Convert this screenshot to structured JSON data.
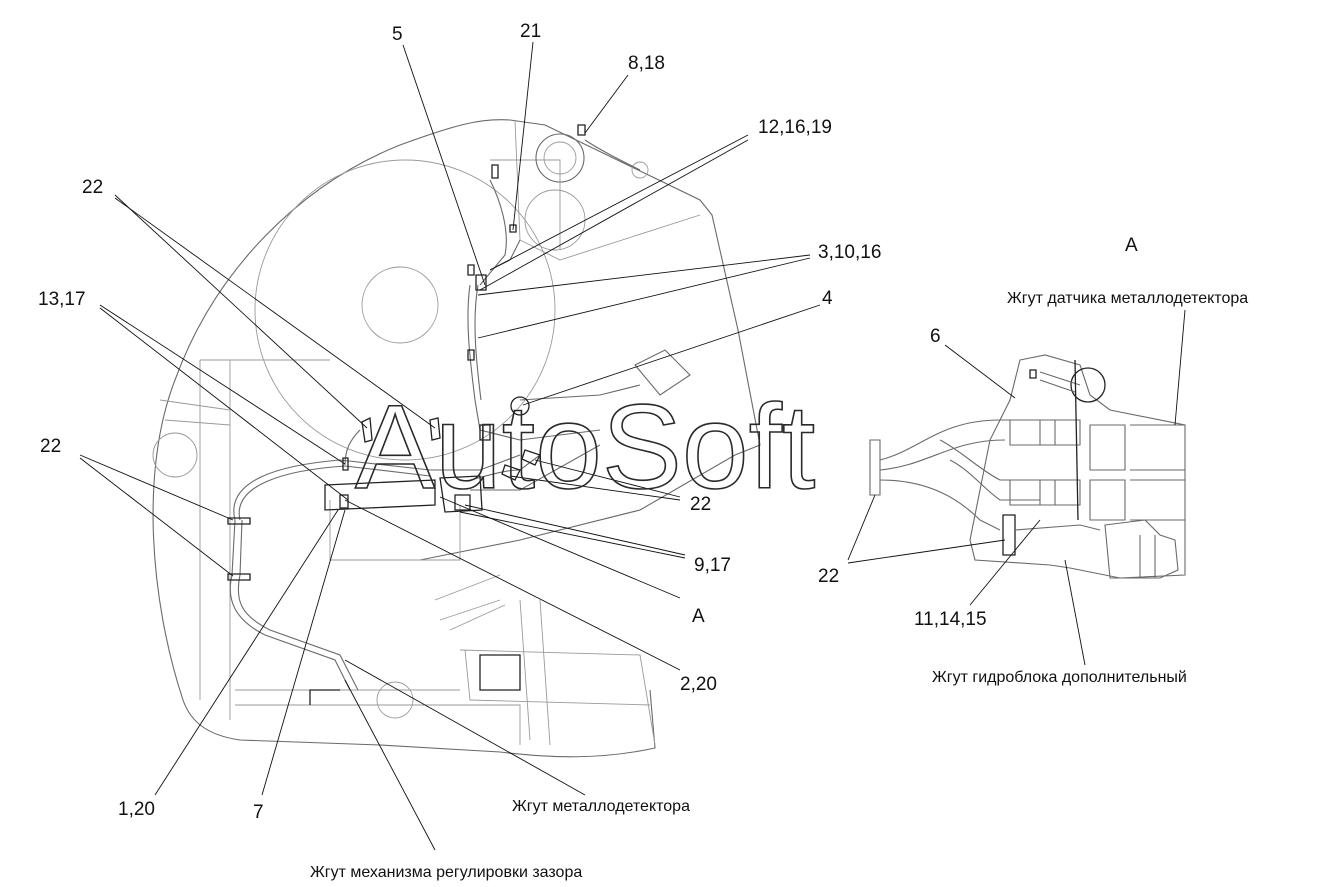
{
  "watermark": "AutoSoft",
  "view_label": "A",
  "callouts": {
    "c5": "5",
    "c21": "21",
    "c8_18": "8,18",
    "c12_16_19": "12,16,19",
    "c22_top": "22",
    "c3_10_16": "3,10,16",
    "c13_17": "13,17",
    "c4": "4",
    "c22_left": "22",
    "c22_mid": "22",
    "c9_17": "9,17",
    "cA": "A",
    "c2_20": "2,20",
    "c1_20": "1,20",
    "c7": "7",
    "c6": "6",
    "c22_right": "22",
    "c11_14_15": "11,14,15"
  },
  "captions": {
    "sensor_harness": "Жгут датчика металлодетектора",
    "hydro_harness": "Жгут гидроблока дополнительный",
    "detector_harness": "Жгут металлодетектора",
    "gap_harness": "Жгут механизма регулировки зазора"
  }
}
